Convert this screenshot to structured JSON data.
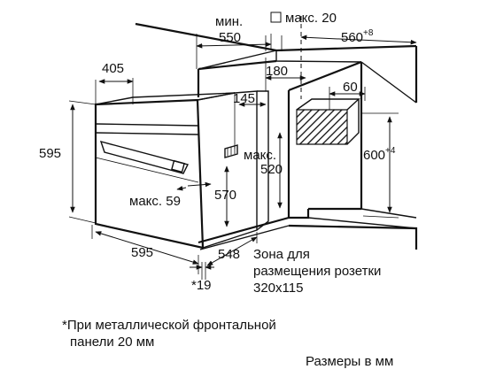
{
  "dimensions": {
    "min_label": "мин.",
    "max20_label": "макс. 20",
    "d550": "550",
    "d560": "560",
    "d560_sup": "+8",
    "d405": "405",
    "d180": "180",
    "d60": "60",
    "d145": "145",
    "d595_left": "595",
    "d600": "600",
    "d600_sup": "+4",
    "max520_label": "макс.",
    "d520": "520",
    "d570": "570",
    "max59_label": "макс. 59",
    "d595_bottom": "595",
    "d548": "548",
    "star19": "*19"
  },
  "socket_zone": {
    "line1": "Зона для",
    "line2": "размещения розетки",
    "line3": "320x115"
  },
  "footnote": {
    "line1": "*При металлической фронтальной",
    "line2": "панели 20 мм"
  },
  "units_note": "Размеры в мм",
  "colors": {
    "ink": "#111111",
    "background": "#ffffff"
  }
}
